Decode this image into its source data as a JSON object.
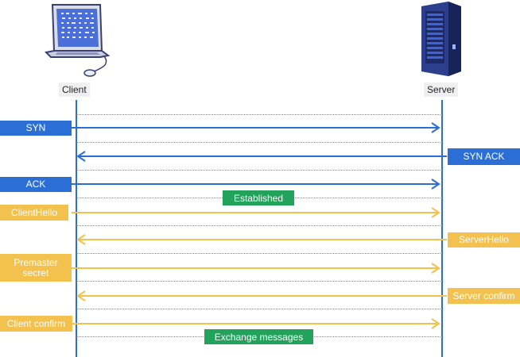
{
  "endpoints": {
    "client": {
      "label": "Client",
      "icon": "laptop-icon"
    },
    "server": {
      "label": "Server",
      "icon": "server-rack-icon"
    }
  },
  "colors": {
    "tcp": "#2b6fd6",
    "tls": "#f2c14e",
    "status": "#21a35b",
    "lifeline": "#2b6fd6",
    "separator": "#8a8a8a"
  },
  "messages": [
    {
      "id": "syn",
      "label": "SYN",
      "direction": "client-to-server",
      "phase": "tcp"
    },
    {
      "id": "syn-ack",
      "label": "SYN ACK",
      "direction": "server-to-client",
      "phase": "tcp"
    },
    {
      "id": "ack",
      "label": "ACK",
      "direction": "client-to-server",
      "phase": "tcp"
    },
    {
      "id": "client-hello",
      "label": "ClientHello",
      "direction": "client-to-server",
      "phase": "tls"
    },
    {
      "id": "server-hello",
      "label": "ServerHello",
      "direction": "server-to-client",
      "phase": "tls"
    },
    {
      "id": "premaster-secret",
      "label": "Premaster\nsecret",
      "direction": "client-to-server",
      "phase": "tls"
    },
    {
      "id": "server-confirm",
      "label": "Server confirm",
      "direction": "server-to-client",
      "phase": "tls"
    },
    {
      "id": "client-confirm",
      "label": "Client confirm",
      "direction": "client-to-server",
      "phase": "tls"
    }
  ],
  "statuses": [
    {
      "id": "established",
      "label": "Established"
    },
    {
      "id": "exchange-messages",
      "label": "Exchange messages"
    }
  ]
}
